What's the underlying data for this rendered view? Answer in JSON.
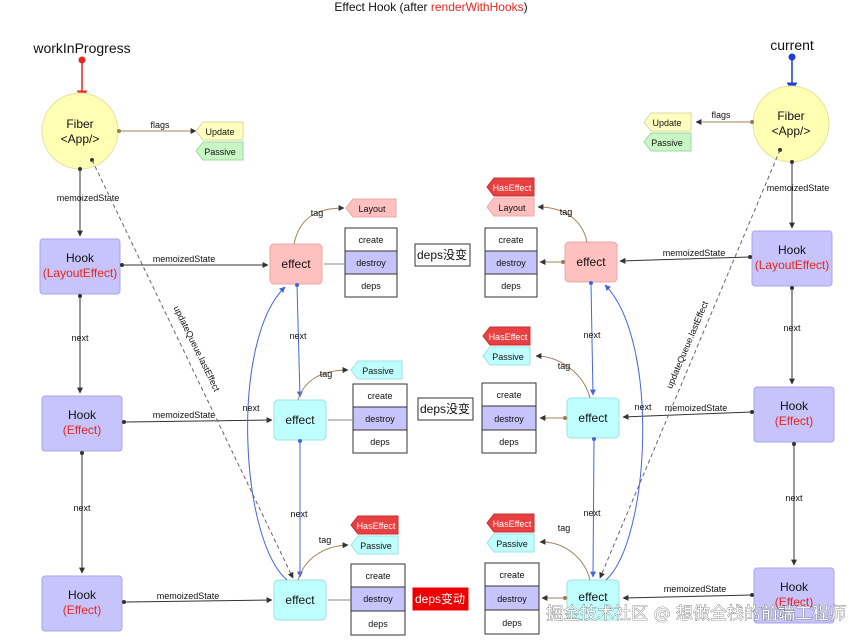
{
  "title_parts": {
    "prefix": "Effect Hook (after ",
    "highlight": "renderWithHooks",
    "suffix": ")"
  },
  "roots": {
    "wip": "workInProgress",
    "current": "current"
  },
  "fiber": {
    "name": "Fiber",
    "component": "<App/>"
  },
  "flags": {
    "label": "flags",
    "update": "Update",
    "passive": "Passive"
  },
  "hook": {
    "name": "Hook",
    "layout_effect": "(LayoutEffect)",
    "effect": "(Effect)"
  },
  "labels": {
    "memoized_state": "memoizedState",
    "next": "next",
    "tag": "tag",
    "update_queue": "updateQueue.lastEffect"
  },
  "effect_node": {
    "name": "effect"
  },
  "effect_fields": [
    "create",
    "destroy",
    "deps"
  ],
  "tags": {
    "layout": "Layout",
    "passive": "Passive",
    "has_effect": "HasEffect"
  },
  "deps_status": {
    "unchanged": "deps没变",
    "changed": "deps变动"
  },
  "watermark": "掘金技术社区 @ 想做全栈的前端工程师",
  "colors": {
    "hook_fill": "#c7c3fb",
    "fiber_fill": "#ffffb3",
    "layout_effect_fill": "#ffc0c0",
    "passive_effect_fill": "#c0ffff",
    "update_tag_fill": "#ffffc0",
    "passive_tag_fill": "#c8f7c5",
    "has_effect_fill": "#e84040",
    "wip_arrow": "#e8261f",
    "current_arrow": "#1a3fd1",
    "link_blue": "#5577dd"
  }
}
